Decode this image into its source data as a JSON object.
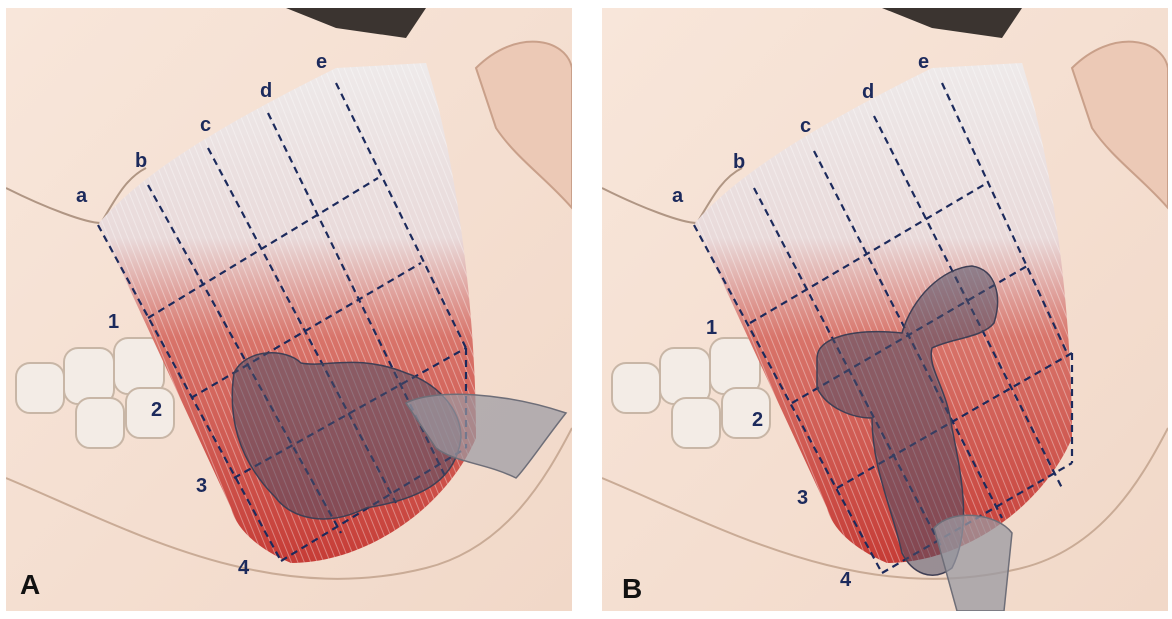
{
  "panels": [
    {
      "id": "A",
      "panel_label": "A",
      "column_labels": [
        "a",
        "b",
        "c",
        "d",
        "e"
      ],
      "row_labels": [
        "1",
        "2",
        "3",
        "4"
      ]
    },
    {
      "id": "B",
      "panel_label": "B",
      "column_labels": [
        "a",
        "b",
        "c",
        "d",
        "e"
      ],
      "row_labels": [
        "1",
        "2",
        "3",
        "4"
      ]
    }
  ],
  "colors": {
    "skin": "#f5e1d4",
    "muscle": "#c9403a",
    "tendon": "#ece6e6",
    "grid_line": "#1c2a5c",
    "label": "#1c2a5c",
    "probe": "#5e5e70"
  }
}
